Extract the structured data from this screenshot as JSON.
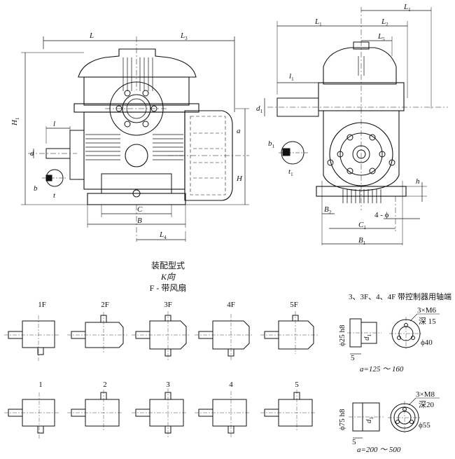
{
  "caption": {
    "line1": "装配型式",
    "line2": "K向",
    "line3": "F - 带风扇"
  },
  "front_dims": {
    "L": "L",
    "L3": "L",
    "H1": "H",
    "l": "l",
    "d": "d",
    "b": "b",
    "t": "t",
    "a": "a",
    "H": "H",
    "C": "C",
    "B": "B",
    "L4": "L",
    "sub_1": "1",
    "sub_3": "3",
    "sub_4": "4"
  },
  "side_dims": {
    "L1": "L",
    "L2": "L",
    "L5": "L",
    "d1": "d",
    "l1": "l",
    "b1": "b",
    "t1": "t",
    "h": "h",
    "B2": "B",
    "phi4": "4 - ϕ",
    "C1": "C",
    "B1": "B",
    "sub_1": "1",
    "sub_2": "2",
    "sub_5": "5"
  },
  "assembly_types_fan": [
    "1F",
    "2F",
    "3F",
    "4F",
    "5F"
  ],
  "assembly_types": [
    "1",
    "2",
    "3",
    "4",
    "5"
  ],
  "controller_shaft": {
    "title": "3、3F、4、4F 带控制器用轴端",
    "upper": {
      "bore": "ϕ25 h8",
      "d1": "d",
      "screw": "3×M6",
      "depth": "深 15",
      "pcd": "ϕ40",
      "len": "5",
      "range": "a=125 ～ 160"
    },
    "lower": {
      "bore": "ϕ75 h8",
      "d1": "d",
      "screw": "3×M8",
      "depth": "深20",
      "pcd": "ϕ55",
      "len": "5",
      "range": "a=200 ～ 500"
    }
  }
}
